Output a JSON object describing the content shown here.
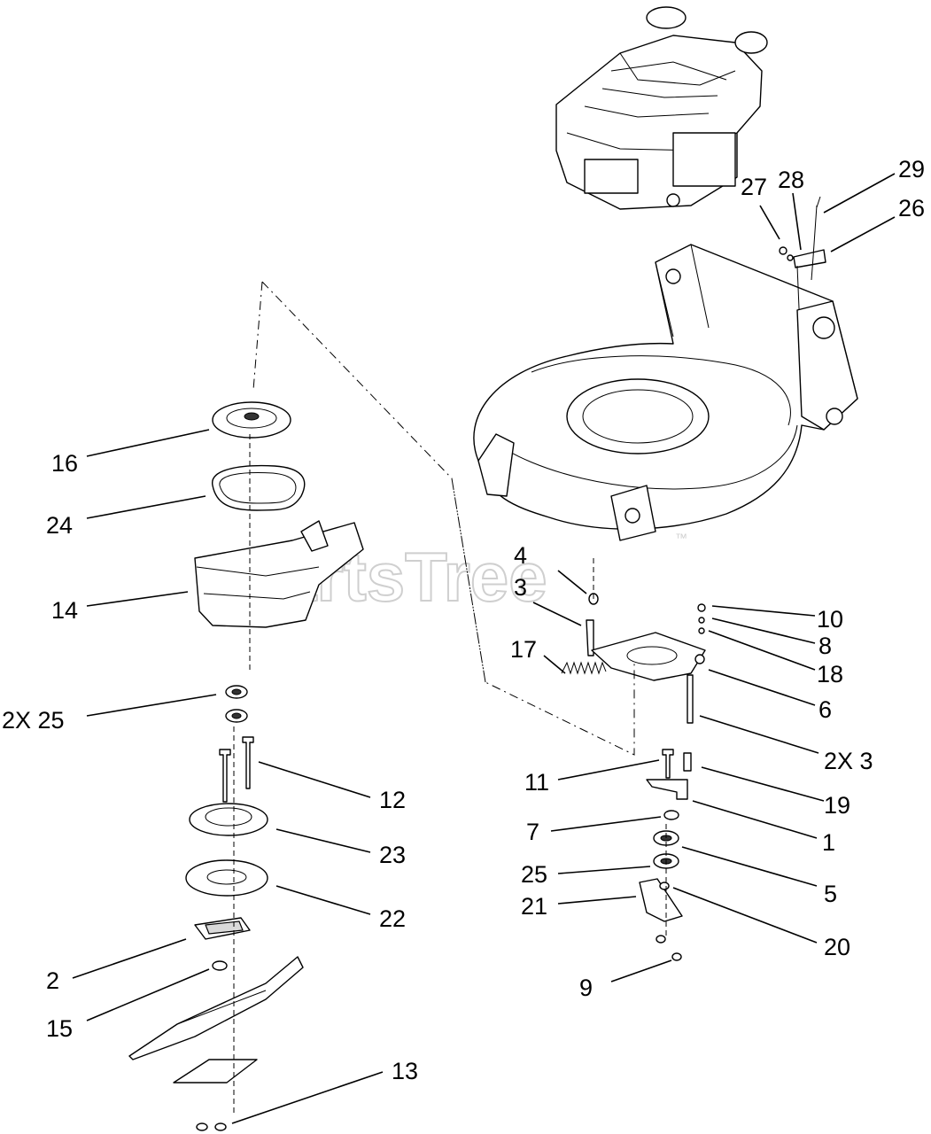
{
  "watermark": {
    "text": "PartsTree",
    "trademark": "™"
  },
  "callouts": [
    {
      "id": "c16",
      "text": "16"
    },
    {
      "id": "c24",
      "text": "24"
    },
    {
      "id": "c14",
      "text": "14"
    },
    {
      "id": "c2x25",
      "text": "2X 25"
    },
    {
      "id": "c12",
      "text": "12"
    },
    {
      "id": "c23",
      "text": "23"
    },
    {
      "id": "c22",
      "text": "22"
    },
    {
      "id": "c2",
      "text": "2"
    },
    {
      "id": "c15",
      "text": "15"
    },
    {
      "id": "c13",
      "text": "13"
    },
    {
      "id": "c27",
      "text": "27"
    },
    {
      "id": "c28",
      "text": "28"
    },
    {
      "id": "c29",
      "text": "29"
    },
    {
      "id": "c26",
      "text": "26"
    },
    {
      "id": "c4",
      "text": "4"
    },
    {
      "id": "c3",
      "text": "3"
    },
    {
      "id": "c17",
      "text": "17"
    },
    {
      "id": "c10",
      "text": "10"
    },
    {
      "id": "c8",
      "text": "8"
    },
    {
      "id": "c18",
      "text": "18"
    },
    {
      "id": "c6",
      "text": "6"
    },
    {
      "id": "c2x3",
      "text": "2X 3"
    },
    {
      "id": "c11",
      "text": "11"
    },
    {
      "id": "c19",
      "text": "19"
    },
    {
      "id": "c7",
      "text": "7"
    },
    {
      "id": "c1",
      "text": "1"
    },
    {
      "id": "c5",
      "text": "5"
    },
    {
      "id": "c25",
      "text": "25"
    },
    {
      "id": "c21",
      "text": "21"
    },
    {
      "id": "c20",
      "text": "20"
    },
    {
      "id": "c9",
      "text": "9"
    }
  ]
}
